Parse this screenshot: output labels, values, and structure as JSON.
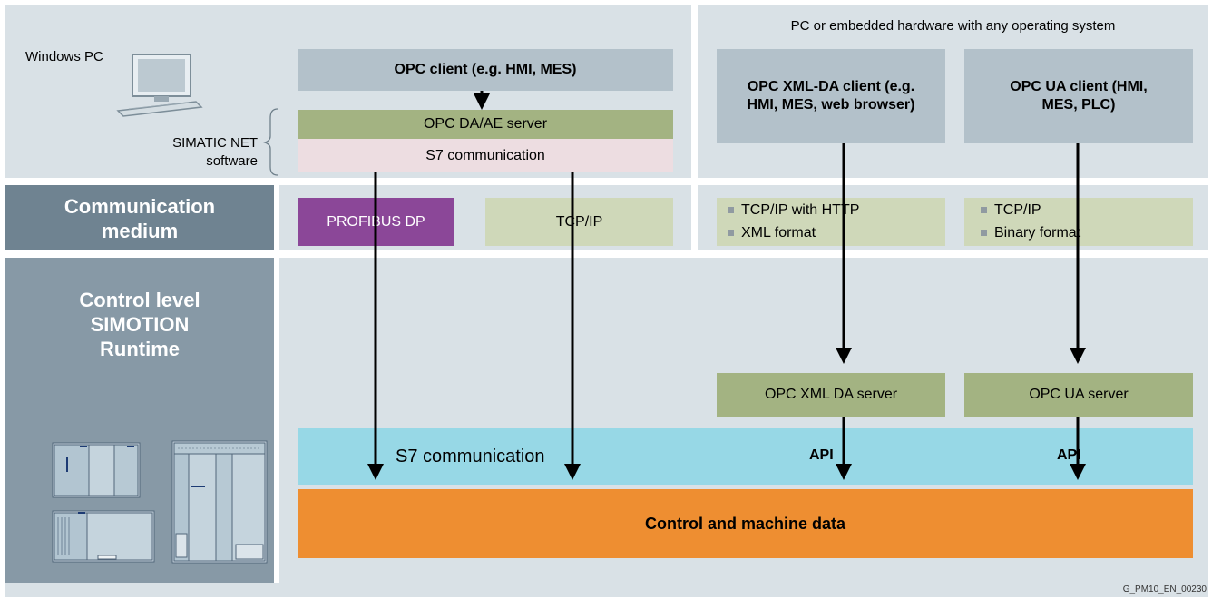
{
  "top_left": {
    "windows_pc": "Windows PC",
    "simatic_net_software": [
      "SIMATIC NET",
      "software"
    ]
  },
  "top_right": {
    "caption": "PC or embedded hardware with any operating system"
  },
  "boxes": {
    "opc_client": "OPC client (e.g. HMI, MES)",
    "opc_da_ae_server": "OPC DA/AE server",
    "s7_communication_top": "S7 communication",
    "opc_xml_da_client": [
      "OPC XML-DA client (e.g.",
      "HMI, MES, web browser)"
    ],
    "opc_ua_client": [
      "OPC UA client (HMI,",
      "MES, PLC)"
    ],
    "profibus_dp": "PROFIBUS DP",
    "tcp_ip": "TCP/IP",
    "xml_medium": [
      "TCP/IP with HTTP",
      "XML format"
    ],
    "ua_medium": [
      "TCP/IP",
      "Binary format"
    ],
    "opc_xml_da_server": "OPC XML DA server",
    "opc_ua_server": "OPC UA server",
    "s7_communication_bottom": "S7 communication",
    "api_1": "API",
    "api_2": "API",
    "control_machine_data": "Control and machine data"
  },
  "side_titles": {
    "communication_medium": [
      "Communication",
      "medium"
    ],
    "control_level": [
      "Control level",
      "SIMOTION",
      "Runtime"
    ]
  },
  "footer_code": "G_PM10_EN_00230",
  "colors": {
    "background": "#d9e1e6",
    "side_panel": "#8799a6",
    "client_box": "#b3c1ca",
    "server_box": "#a3b382",
    "profibus": "#8b4798",
    "medium_box": "#cfd8b9",
    "api_band": "#97d8e6",
    "data_band": "#ee8e31"
  }
}
